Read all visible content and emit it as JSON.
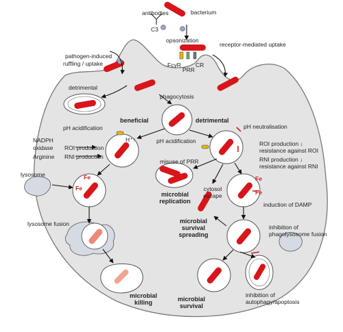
{
  "labels": {
    "antibodies": "antibodies",
    "bacterium": "bacterium",
    "c3": "C3",
    "opsonization": "opsonization",
    "receptor_mediated_uptake": "receptor-mediated uptake",
    "pathogen_induced_1": "pathogen-induced",
    "pathogen_induced_2": "ruffling / uptake",
    "fcgr": "FcγR",
    "prr_top": "PRR",
    "cr": "CR",
    "detrimental_left": "detrimental",
    "phagocytosis": "phagocytosis",
    "beneficial": "beneficial",
    "detrimental_main": "detrimental",
    "ph_acidification_left": "pH acidification",
    "ph_neutralisation": "pH neutralisation",
    "h_plus": "H⁺↑",
    "nadph_1": "NADPH",
    "nadph_2": "oxidase",
    "roi_production": "ROI production",
    "arginine": "Arginine",
    "rni_production": "RNI production",
    "ph_acidification_right": "pH acidification",
    "roi_down": "ROI production ↓",
    "resistance_roi": "resistance against ROI",
    "rni_down": "RNI production ↓",
    "resistance_rni": "resistance against RNI",
    "misuse_prr": "misuse of PRR",
    "microbial_replication_1": "microbial",
    "microbial_replication_2": "replication",
    "lysosome": "lysosome",
    "fe_left_1": "Fe",
    "fe_left_2": "Fe",
    "cytosol_1": "cytosol",
    "cytosol_2": "escape",
    "fe_right_1": "Fe",
    "fe_right_2": "Fe",
    "induction_damp": "induction of DAMP",
    "lysosome_fusion": "lysosome fusion",
    "survival_spreading_1": "microbial",
    "survival_spreading_2": "survival",
    "survival_spreading_3": "spreading",
    "inhibition_phago_1": "inhibition of",
    "inhibition_phago_2": "phagolysosome fusion",
    "microbial_killing_1": "microbial",
    "microbial_killing_2": "killing",
    "microbial_survival_1": "microbial",
    "microbial_survival_2": "survival",
    "inhibition_auto_1": "inhibition of",
    "inhibition_auto_2": "autophagy/apoptosis"
  },
  "colors": {
    "cell_fill": "#e4e4e4",
    "cell_stroke": "#777777",
    "bacterium": "#d8151a",
    "vesicle_fill": "#ffffff",
    "lysosome_fill": "#d6dbe3",
    "fe_text": "#d11a1a",
    "receptor_yellow": "#e7b51c"
  }
}
